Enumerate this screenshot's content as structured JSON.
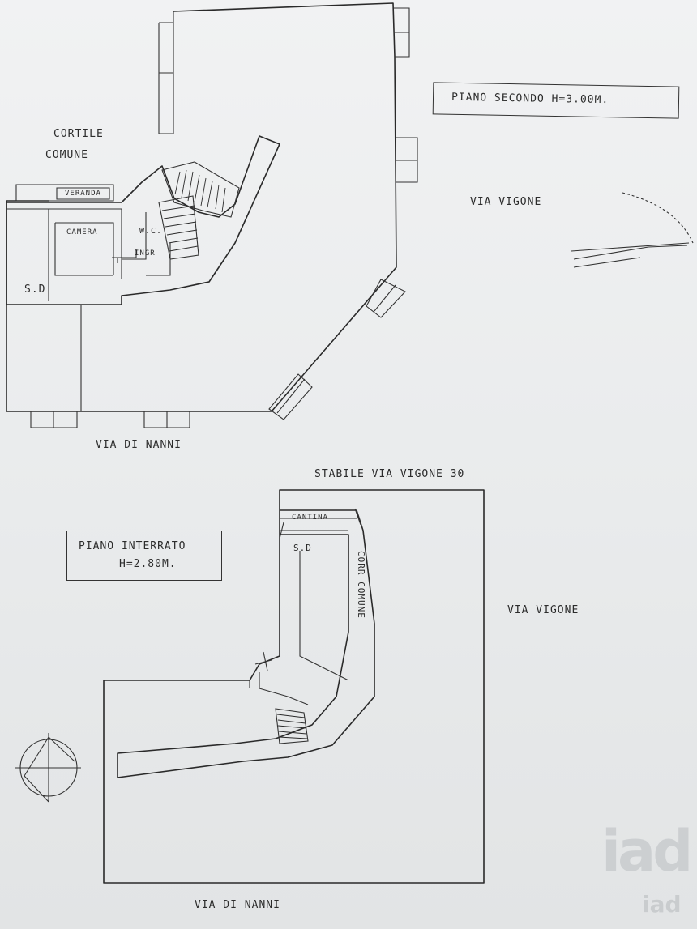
{
  "labels": {
    "cortile": "CORTILE",
    "comune": "COMUNE",
    "veranda": "VERANDA",
    "camera": "CAMERA",
    "wc": "W.C.",
    "ingr": "INGR",
    "sd_top": "S.D",
    "via_vigone_top": "VIA VIGONE",
    "via_di_nanni_top": "VIA DI NANNI",
    "stabile": "STABILE VIA VIGONE 30",
    "cantina": "CANTINA",
    "sd_bottom": "S.D",
    "corr_comune": "CORR COMUNE",
    "via_vigone_bottom": "VIA VIGONE",
    "via_di_nanni_bottom": "VIA DI NANNI"
  },
  "plan_titles": {
    "piano_secondo": "PIANO SECONDO H=3.00M.",
    "piano_interrato_line1": "PIANO INTERRATO",
    "piano_interrato_line2": "H=2.80M."
  },
  "watermark": {
    "logo": "iad",
    "brand": "iad"
  }
}
